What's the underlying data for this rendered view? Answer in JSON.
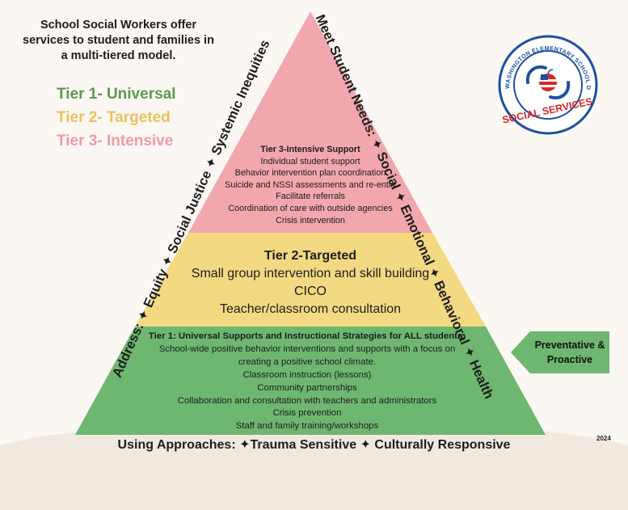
{
  "intro": {
    "line1": "School Social Workers offer",
    "line2": "services to student and families in",
    "line3": "a multi-tiered model."
  },
  "legend": {
    "tier1": "Tier 1- Universal",
    "tier2": "Tier 2- Targeted",
    "tier3": "Tier 3- Intensive"
  },
  "colors": {
    "tier1": "#6db770",
    "tier2": "#f2d982",
    "tier3": "#f2a7ae",
    "legend_tier1": "#5a9a4f",
    "legend_tier2": "#e9c25b",
    "legend_tier3": "#ef9ca6",
    "brand_blue": "#1c4fa0",
    "brand_red": "#d9262b"
  },
  "tier3": {
    "title": "Tier 3-Intensive Support",
    "items": [
      "Individual student support",
      "Behavior intervention plan coordination",
      "Suicide and NSSI assessments and re-entry",
      "Facilitate referrals",
      "Coordination of care with outside agencies",
      "Crisis intervention"
    ]
  },
  "tier2": {
    "title": "Tier 2-Targeted",
    "items": [
      "Small group intervention and skill building",
      "CICO",
      "Teacher/classroom consultation"
    ]
  },
  "tier1": {
    "title": "Tier 1: Universal Supports and Instructional Strategies for ALL students:",
    "items": [
      "School-wide positive behavior interventions and supports with a focus on",
      "creating a positive school climate.",
      "Classroom instruction (lessons)",
      "Community partnerships",
      "Collaboration and consultation with teachers and administrators",
      "Crisis prevention",
      "Staff and family training/workshops"
    ]
  },
  "left_side": "Address: ✦ Equity ✦ Social Justice ✦ Systemic Inequities",
  "right_side": "Meet Student Needs: ✦ Social ✦ Emotional ✦ Behavioral ✦ Health",
  "approaches": "Using Approaches: ✦Trauma Sensitive ✦ Culturally Responsive",
  "tab": {
    "line1": "Preventative &",
    "line2": "Proactive"
  },
  "logo": {
    "ring_text": "WASHINGTON ELEMENTARY SCHOOL DISTRICT",
    "name": "SOCIAL SERVICES"
  },
  "year": "2024"
}
